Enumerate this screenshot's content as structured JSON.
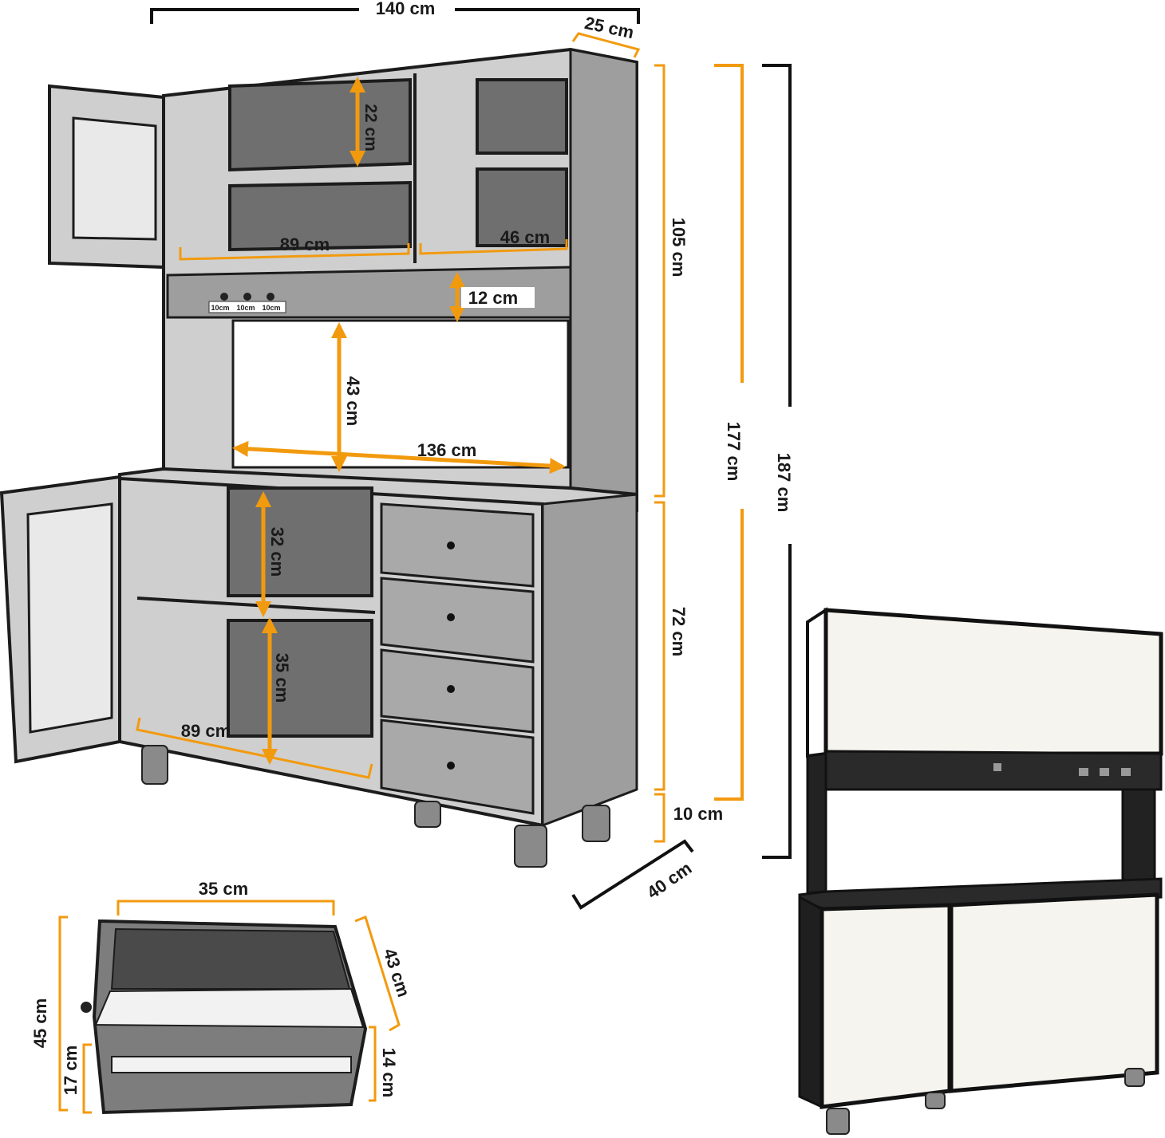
{
  "labels": {
    "total_width": "140 cm",
    "depth_top": "25 cm",
    "upper_height": "105 cm",
    "mid_height": "177 cm",
    "total_height": "187 cm",
    "lower_height": "72 cm",
    "leg_height": "10 cm",
    "depth_bottom": "40 cm",
    "upper_shelf_height": "22 cm",
    "upper_left_width": "89 cm",
    "upper_right_width": "46 cm",
    "strip_height": "12 cm",
    "hook_spacing_1": "10cm",
    "hook_spacing_2": "10cm",
    "hook_spacing_3": "10cm",
    "open_height": "43 cm",
    "open_width": "136 cm",
    "lower_shelf_top": "32 cm",
    "lower_shelf_bottom": "35 cm",
    "lower_inner_width": "89 cm",
    "drawer_width": "35 cm",
    "drawer_depth": "43 cm",
    "drawer_height": "45 cm",
    "drawer_front_height": "17 cm",
    "drawer_inner_height": "14 cm"
  },
  "colors": {
    "dimension_line": "#f29a0e",
    "outline": "#111111",
    "wood": "#cfcfcf",
    "glass": "#6f6f6f",
    "panel": "#f6f4ee"
  }
}
